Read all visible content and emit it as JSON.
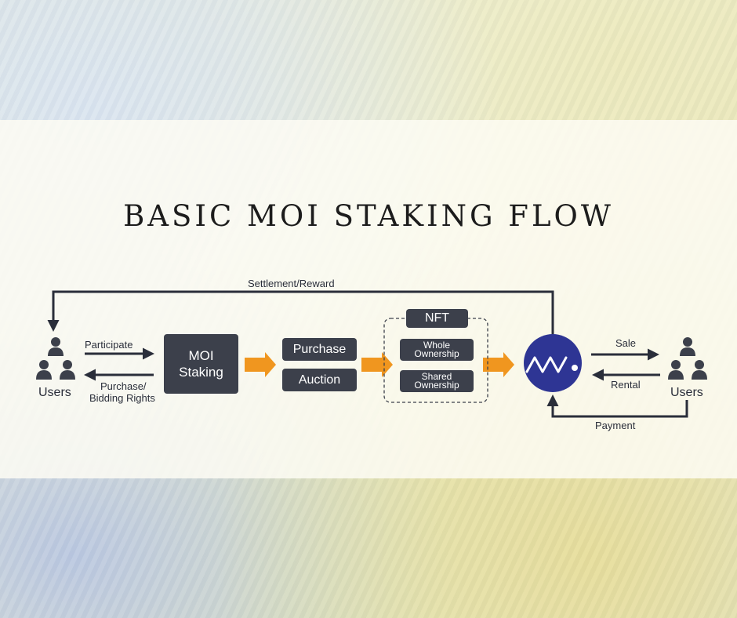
{
  "title": "BASIC MOI STAKING FLOW",
  "diagram": {
    "left_users": "Users",
    "right_users": "Users",
    "participate": "Participate",
    "purchase_rights": [
      "Purchase/",
      "Bidding Rights"
    ],
    "moi_staking": [
      "MOI",
      "Staking"
    ],
    "purchase": "Purchase",
    "auction": "Auction",
    "nft": "NFT",
    "whole_ownership": [
      "Whole",
      "Ownership"
    ],
    "shared_ownership": [
      "Shared",
      "Ownership"
    ],
    "settlement": "Settlement/Reward",
    "sale": "Sale",
    "rental": "Rental",
    "payment": "Payment",
    "colors": {
      "box": "#3c404b",
      "arrow": "#f0961f",
      "logo": "#2e3594",
      "line": "#2a2e3a"
    }
  }
}
